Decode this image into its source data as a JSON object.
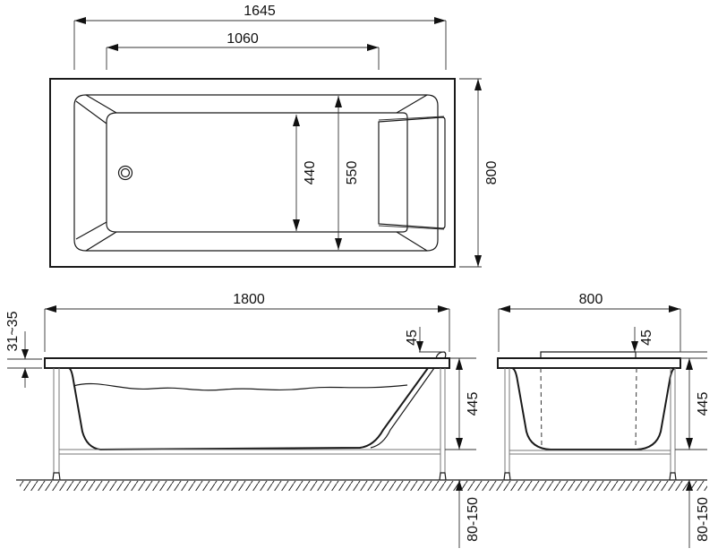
{
  "drawing": {
    "subject": "bathtub",
    "line_color": "#1a1a1a",
    "background": "#ffffff"
  },
  "top_view": {
    "overall_length": "1645",
    "inner_bottom_length": "1060",
    "inner_bottom_width": "440",
    "inner_rim_width": "550",
    "overall_width": "800",
    "drain_icon": "drain-circle"
  },
  "side_view": {
    "overall_length": "1800",
    "rim_thickness": "31~35",
    "headrest_height": "45",
    "tub_depth": "445",
    "leg_adjustment": "80-150"
  },
  "end_view": {
    "overall_width": "800",
    "headrest_height": "45",
    "tub_depth": "445",
    "leg_adjustment": "80-150"
  }
}
